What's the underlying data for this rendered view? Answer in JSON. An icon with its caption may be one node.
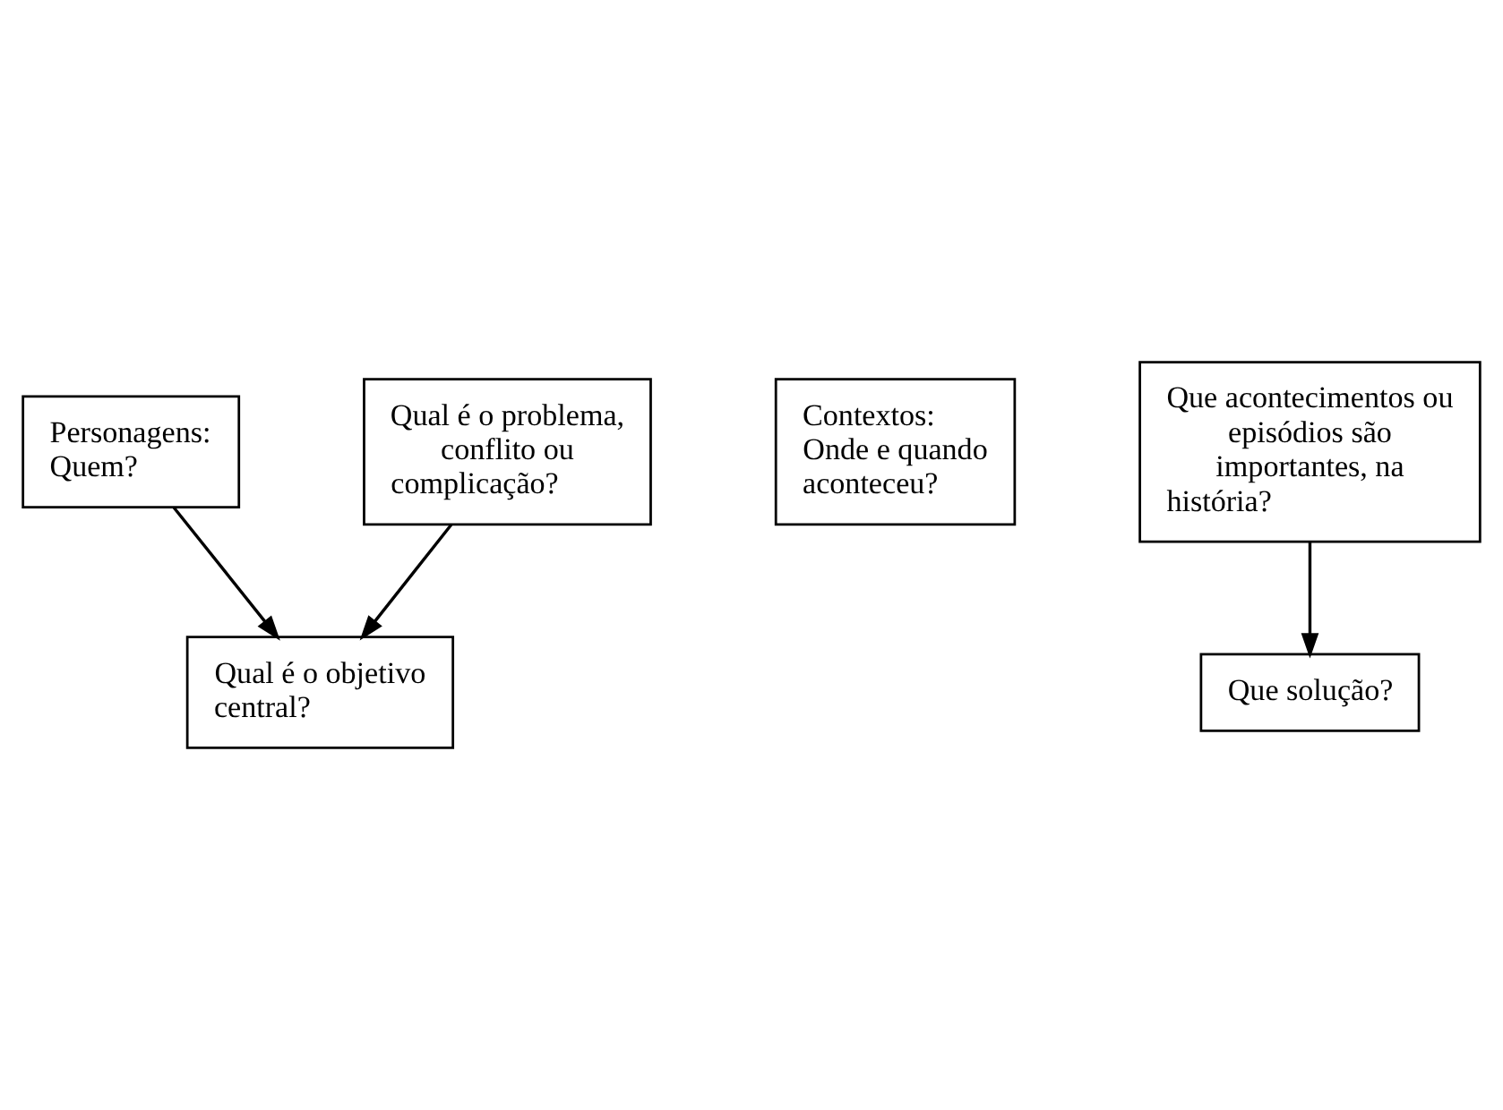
{
  "diagram": {
    "nodes": [
      {
        "text": [
          "Personagens:",
          "Quem?"
        ]
      },
      {
        "text": [
          "Contextos:",
          "Onde e quando aconteceu?"
        ]
      },
      {
        "text": [
          "Qual é o objetivo central?"
        ]
      },
      {
        "text": [
          "Que acontecimentos ou episódios são importantes, na história?"
        ]
      },
      {
        "text": [
          "Qual é o problema, conflito ou complicação?"
        ]
      },
      {
        "text": [
          "Que solução?"
        ]
      }
    ],
    "edges": [
      {
        "from": 0,
        "to": 2,
        "arrow": "to"
      },
      {
        "from": 4,
        "to": 2,
        "arrow": "to"
      },
      {
        "from": 3,
        "to": 5,
        "arrow": "to"
      }
    ]
  }
}
